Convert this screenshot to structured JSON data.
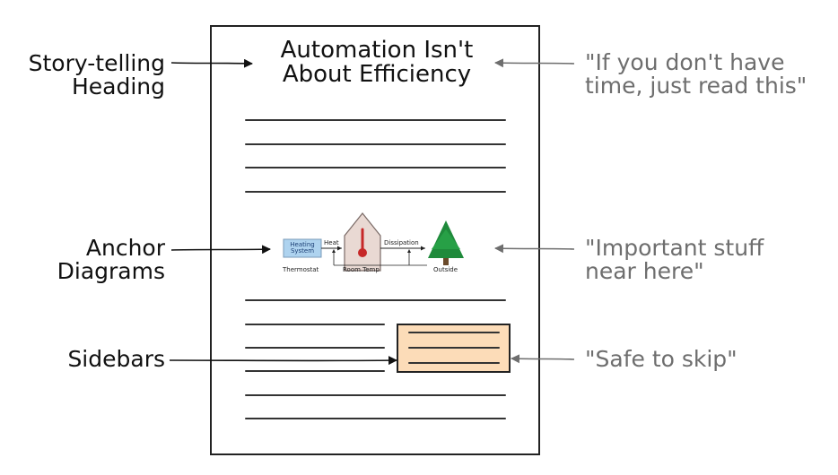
{
  "document": {
    "title_line1": "Automation Isn't",
    "title_line2": "About Efficiency"
  },
  "left_labels": {
    "heading_line1": "Story-telling",
    "heading_line2": "Heading",
    "anchor_line1": "Anchor",
    "anchor_line2": "Diagrams",
    "sidebars": "Sidebars"
  },
  "right_labels": {
    "heading_quote_line1": "\"If you don't have",
    "heading_quote_line2": "time, just read this\"",
    "anchor_quote_line1": "\"Important stuff",
    "anchor_quote_line2": "near here\"",
    "sidebar_quote": "\"Safe to skip\""
  },
  "diagram": {
    "heating_line1": "Heating",
    "heating_line2": "System",
    "heat": "Heat",
    "dissipation": "Dissipation",
    "thermostat": "Thermostat",
    "room_temp": "Room Temp",
    "outside": "Outside"
  },
  "colors": {
    "page_border": "#222222",
    "sidebar_fill": "#fcdcb8",
    "heating_fill": "#aed3ef",
    "house_fill": "#e9d9d3",
    "tree": "#1f8a3b",
    "thermometer": "#c62828",
    "right_label_gray": "#6e6e6e"
  }
}
